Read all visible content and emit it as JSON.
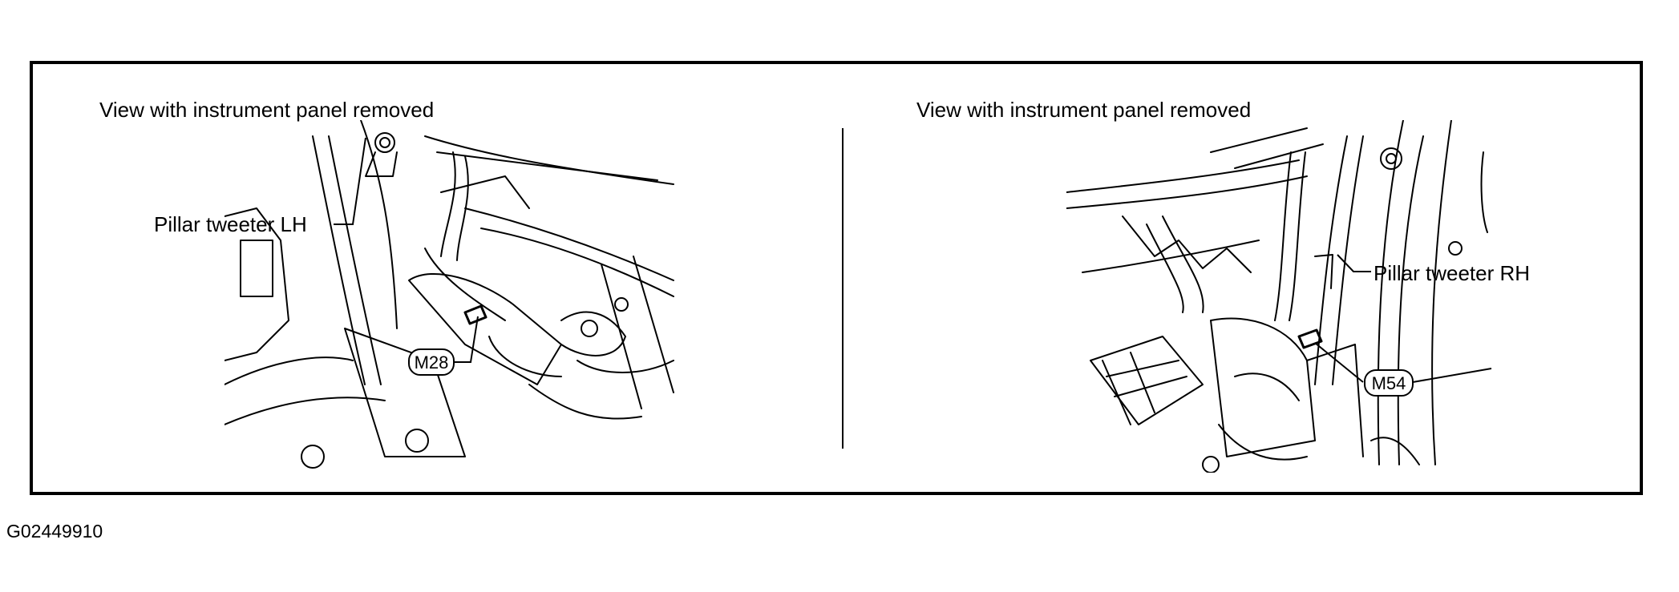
{
  "left_view": {
    "title": "View with instrument panel removed",
    "callout": "Pillar tweeter LH",
    "connector": "M28"
  },
  "right_view": {
    "title": "View with instrument panel removed",
    "callout": "Pillar tweeter RH",
    "connector": "M54"
  },
  "figure_id": "G02449910"
}
